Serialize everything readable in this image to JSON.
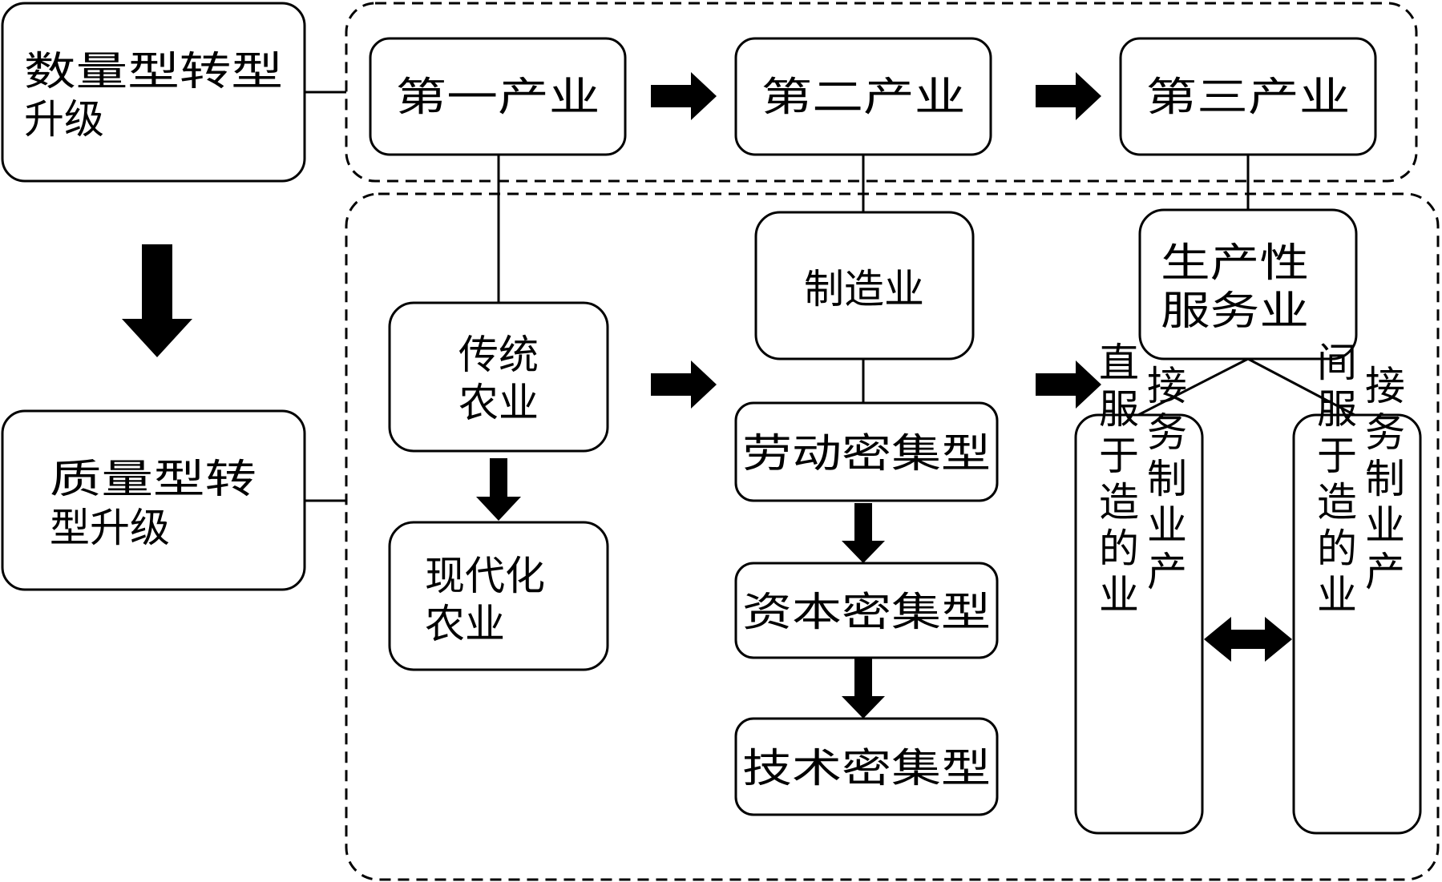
{
  "outer_left": {
    "quantity": [
      "数量型转型",
      "升级"
    ],
    "quality": [
      "质量型转",
      "型升级"
    ]
  },
  "industries": {
    "primary": "第一产业",
    "secondary": "第二产业",
    "tertiary": "第三产业"
  },
  "agriculture": {
    "traditional": [
      "传统",
      "农业"
    ],
    "modern": [
      "现代化",
      "农业"
    ]
  },
  "manufacturing": {
    "title": "制造业",
    "labor": "劳动密集型",
    "capital": "资本密集型",
    "tech": "技术密集型"
  },
  "services": {
    "producer": [
      "生产性",
      "服务业"
    ],
    "direct_cols": [
      "直服于造的业",
      "接务制业产"
    ],
    "indirect_cols": [
      "间服于造的业",
      "接务制业产"
    ]
  }
}
